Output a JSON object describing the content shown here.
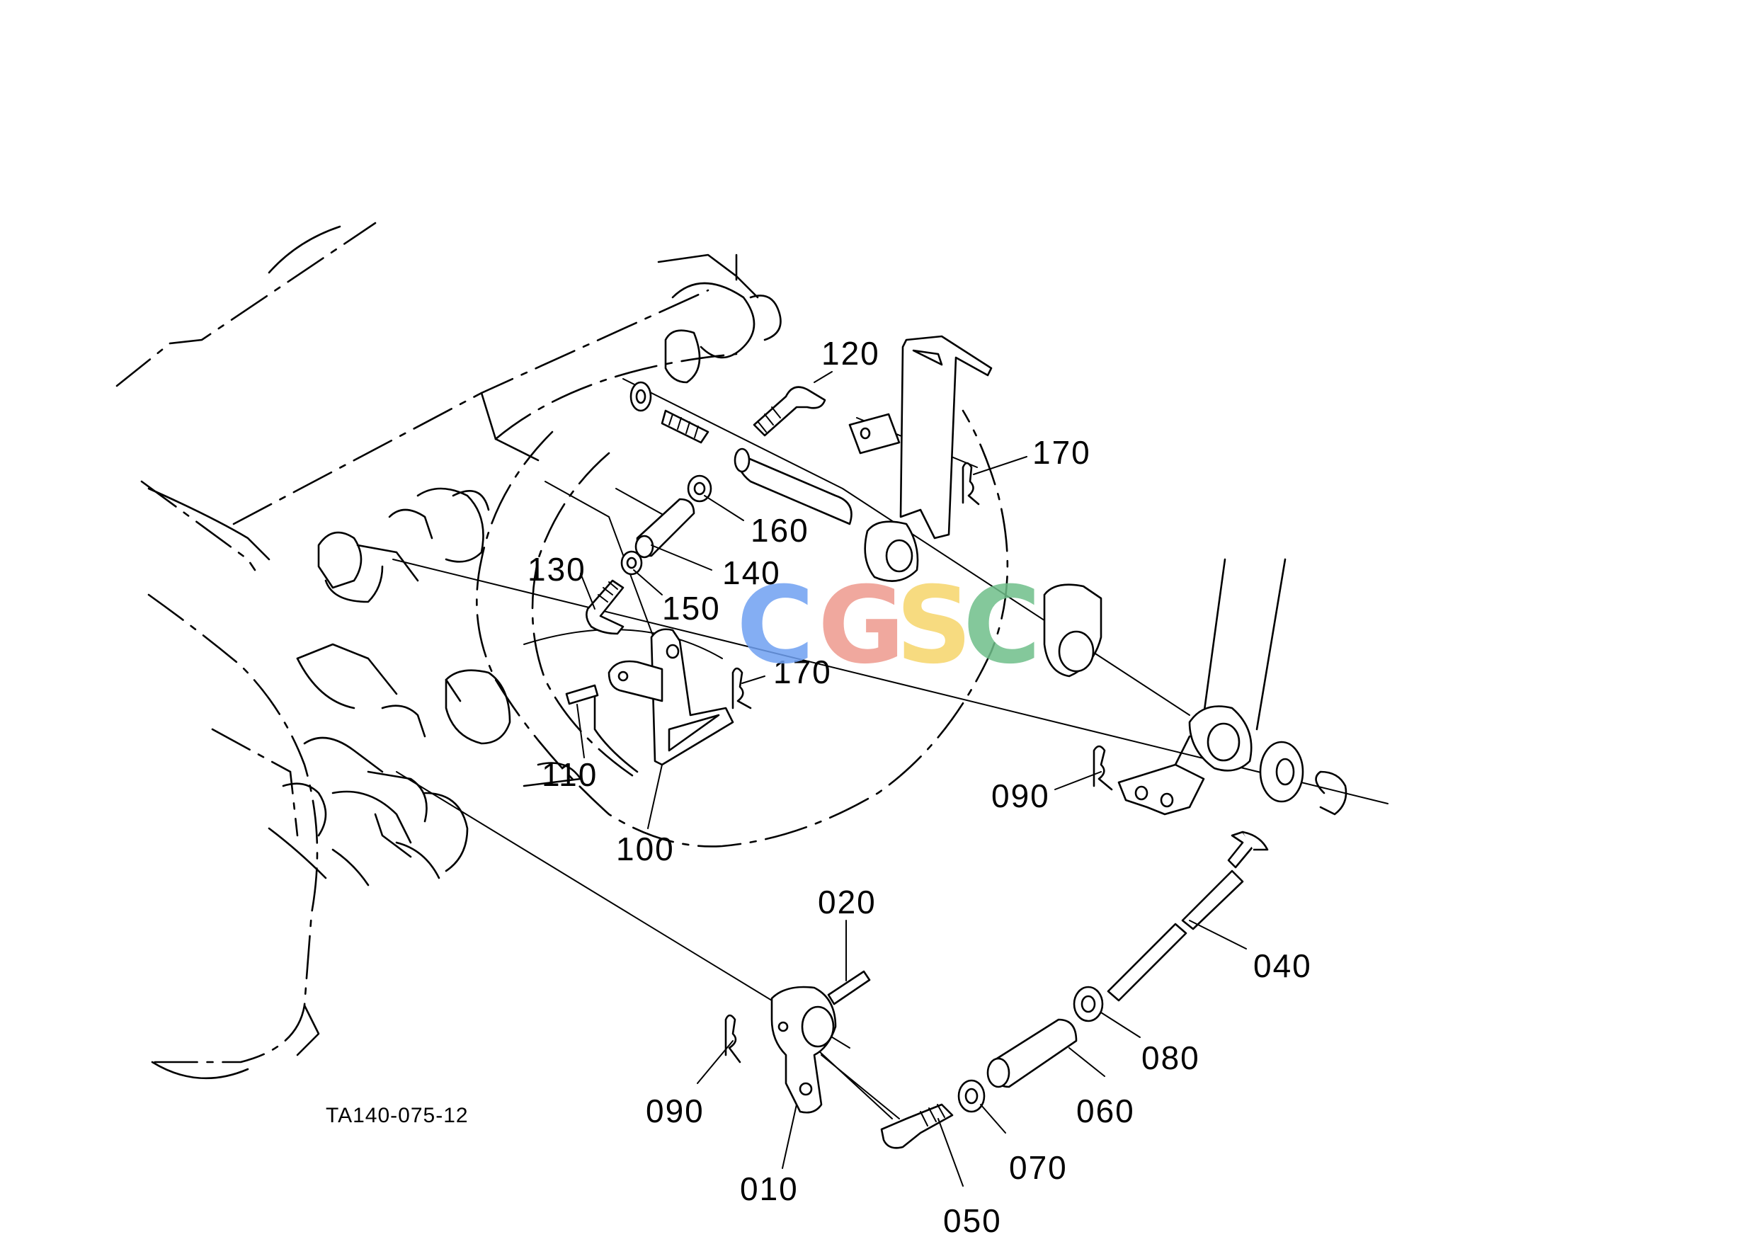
{
  "diagram": {
    "drawing_code": "TA140-075-12",
    "watermark": {
      "letters": [
        {
          "char": "C",
          "color": "#6fa0f2"
        },
        {
          "char": "G",
          "color": "#ee9a8e"
        },
        {
          "char": "S",
          "color": "#f6d56a"
        },
        {
          "char": "C",
          "color": "#6fbf8a"
        }
      ]
    },
    "labels": {
      "p010": "010",
      "p020": "020",
      "p040": "040",
      "p050": "050",
      "p060": "060",
      "p070": "070",
      "p080": "080",
      "p090a": "090",
      "p090b": "090",
      "p100": "100",
      "p110": "110",
      "p120": "120",
      "p130": "130",
      "p140": "140",
      "p150": "150",
      "p160": "160",
      "p170a": "170",
      "p170b": "170"
    }
  }
}
